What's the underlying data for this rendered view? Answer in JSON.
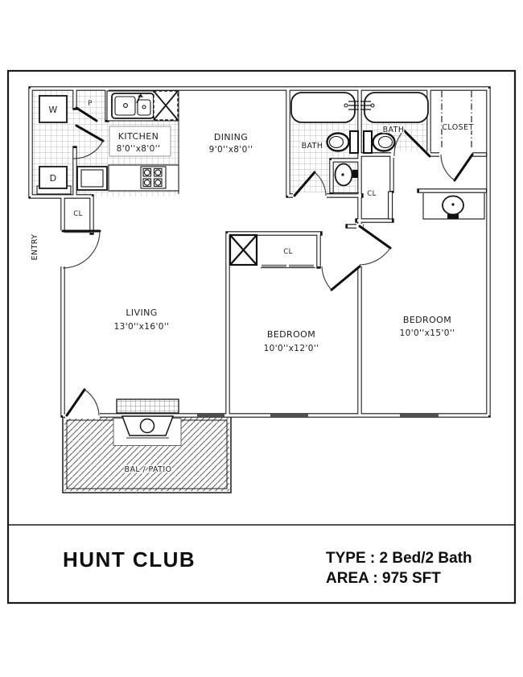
{
  "title_block": {
    "name": "HUNT CLUB",
    "type_label": "TYPE : 2 Bed/2 Bath",
    "area_label": "AREA : 975 SFT"
  },
  "rooms": {
    "kitchen": {
      "name": "KITCHEN",
      "dims": "8'0''x8'0''"
    },
    "dining": {
      "name": "DINING",
      "dims": "9'0''x8'0''"
    },
    "living": {
      "name": "LIVING",
      "dims": "13'0''x16'0''"
    },
    "bedroom1": {
      "name": "BEDROOM",
      "dims": "10'0''x12'0''"
    },
    "bedroom2": {
      "name": "BEDROOM",
      "dims": "10'0''x15'0''"
    },
    "bath1": {
      "name": "BATH"
    },
    "bath2": {
      "name": "BATH"
    },
    "closet": {
      "name": "CLOSET"
    },
    "balcony": {
      "name": "BAL / PATIO"
    },
    "entry": {
      "name": "ENTRY"
    }
  },
  "closets": {
    "entry": "CL",
    "hall": "CL",
    "bedroom1": "CL"
  },
  "appliances": {
    "washer": "W",
    "dryer": "D",
    "pantry": "P"
  },
  "colors": {
    "ink": "#141414",
    "tile_line": "#bdbdbd",
    "hatch_line": "#4a4a4a",
    "window_fill": "#4f4f4f"
  }
}
